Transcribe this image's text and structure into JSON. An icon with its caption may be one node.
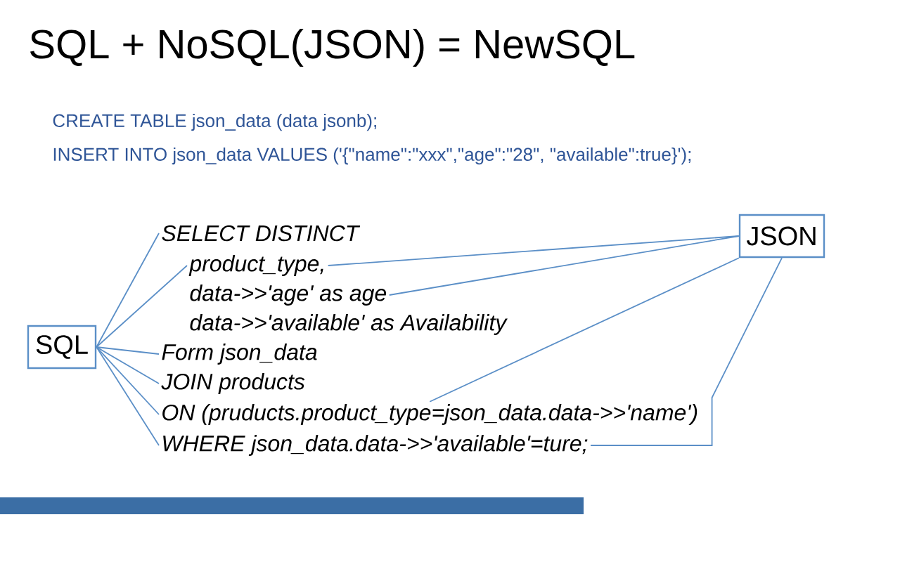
{
  "diagram": {
    "title": "SQL + NoSQL(JSON) = NewSQL",
    "nodes": [
      {
        "text": [
          "SQL"
        ]
      },
      {
        "text": [
          "JSON"
        ]
      },
      {
        "text": [
          "SELECT DISTINCT"
        ]
      },
      {
        "text": [
          "product_type,"
        ]
      },
      {
        "text": [
          "data->>'age' as age"
        ]
      },
      {
        "text": [
          "data->>'available' as Availability"
        ]
      },
      {
        "text": [
          "Form json_data"
        ]
      },
      {
        "text": [
          "JOIN products"
        ]
      },
      {
        "text": [
          "ON (pruducts.product_type=json_data.data->>'name')"
        ]
      },
      {
        "text": [
          "WHERE json_data.data->>'available'=ture;"
        ]
      }
    ],
    "edges": [
      {
        "from": 0,
        "to": 2,
        "arrow": "none"
      },
      {
        "from": 0,
        "to": 3,
        "arrow": "none"
      },
      {
        "from": 0,
        "to": 6,
        "arrow": "none"
      },
      {
        "from": 0,
        "to": 7,
        "arrow": "none"
      },
      {
        "from": 0,
        "to": 8,
        "arrow": "none"
      },
      {
        "from": 0,
        "to": 9,
        "arrow": "none"
      },
      {
        "from": 1,
        "to": 3,
        "arrow": "none"
      },
      {
        "from": 1,
        "to": 4,
        "arrow": "none"
      },
      {
        "from": 1,
        "to": 8,
        "arrow": "none"
      },
      {
        "from": 1,
        "to": 9,
        "arrow": "none"
      }
    ],
    "labels": [
      "CREATE TABLE json_data (data jsonb);",
      "INSERT INTO json_data VALUES ('{\"name\":\"xxx\",\"age\":\"28\", \"available\":true}');"
    ]
  }
}
